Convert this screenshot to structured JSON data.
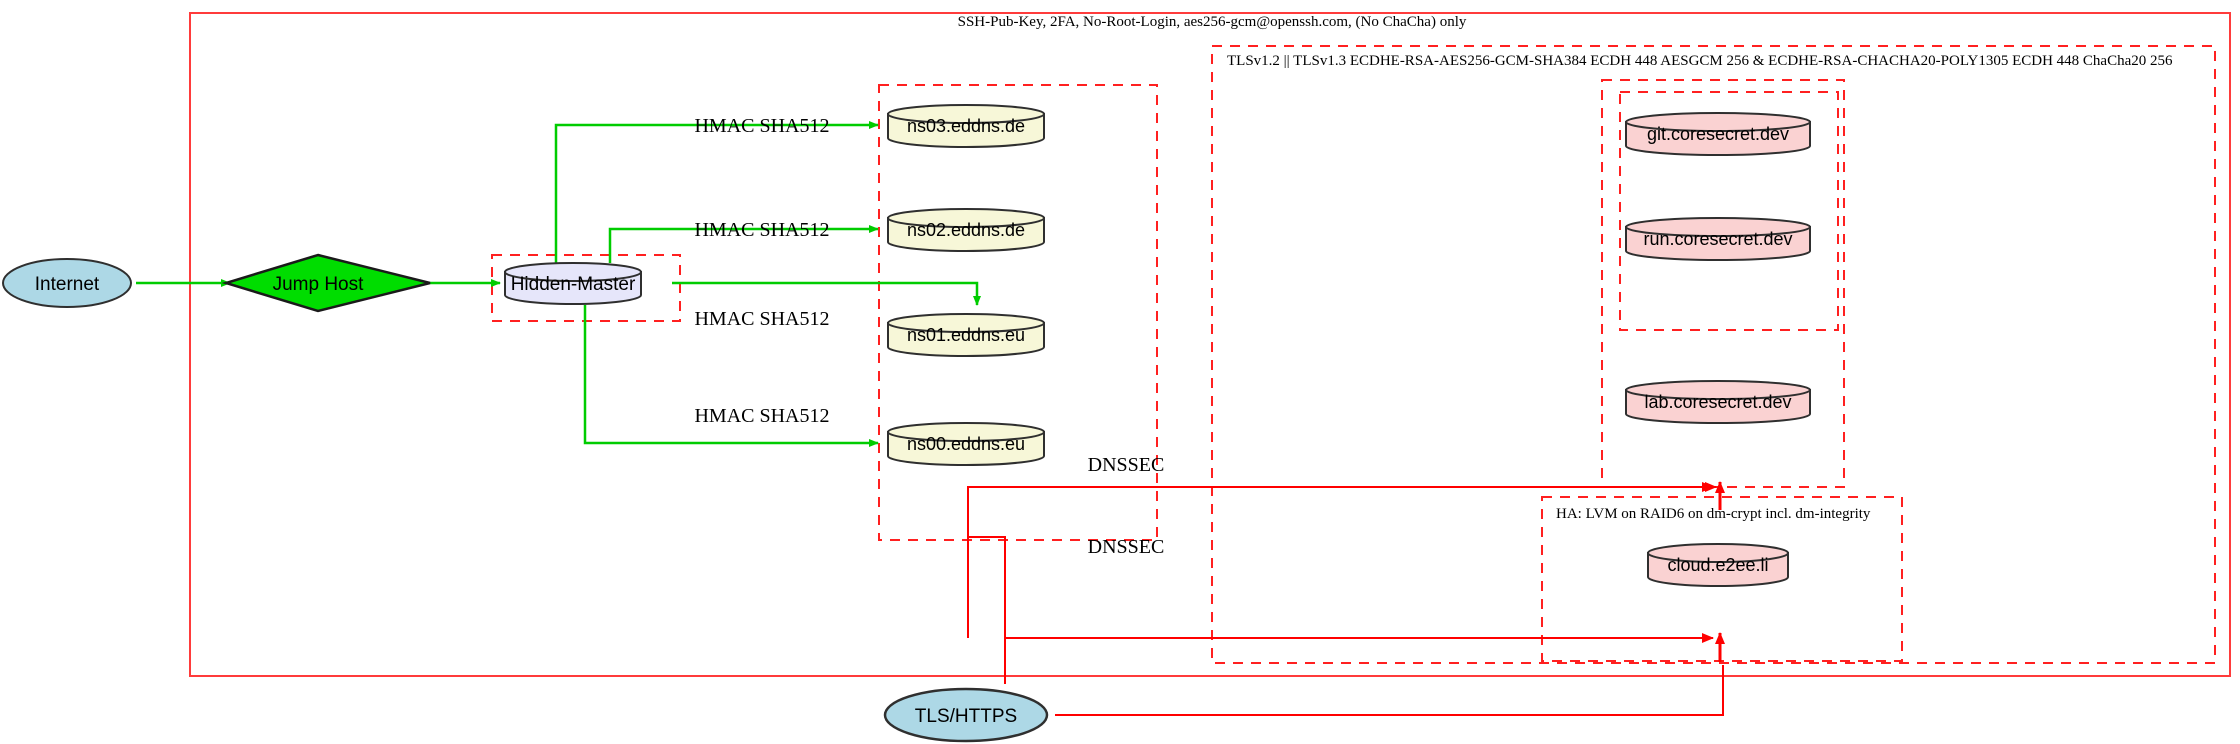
{
  "diagram": {
    "title_note": "SSH-Pub-Key, 2FA, No-Root-Login, aes256-gcm@openssh.com, (No ChaCha) only",
    "colors": {
      "cluster_border": "#ff2020",
      "tls_edge": "#ff0000",
      "replication_edge": "#00cc00",
      "node_blue_fill": "#add8e6",
      "node_green_fill": "#00dd00",
      "node_lavender_fill": "#e6e6fa",
      "node_beige_fill": "#f5f5dc",
      "node_pink_fill": "#fad2d2",
      "node_stroke": "#2f2f2f"
    },
    "clusters": [
      {
        "id": "outer_ssh",
        "label": "SSH-Pub-Key, 2FA, No-Root-Login, aes256-gcm@openssh.com, (No ChaCha) only"
      },
      {
        "id": "tls_outer",
        "label": "TLSv1.2 || TLSv1.3 ECDHE-RSA-AES256-GCM-SHA384 ECDH 448 AESGCM 256 & ECDHE-RSA-CHACHA20-POLY1305 ECDH 448 ChaCha20 256"
      },
      {
        "id": "ha_storage",
        "label": "HA: LVM on RAID6 on dm-crypt incl. dm-integrity"
      },
      {
        "id": "hidden_master_box",
        "label": ""
      },
      {
        "id": "ns_box",
        "label": ""
      },
      {
        "id": "coresecret_box",
        "label": ""
      },
      {
        "id": "coresecret_inner_box",
        "label": ""
      }
    ],
    "nodes": [
      {
        "id": "internet",
        "label": "Internet",
        "shape": "ellipse",
        "fill": "#add8e6"
      },
      {
        "id": "jumphost",
        "label": "Jump Host",
        "shape": "diamond",
        "fill": "#00dd00"
      },
      {
        "id": "hiddenmaster",
        "label": "Hidden-Master",
        "shape": "cylinder",
        "fill": "#e6e6fa"
      },
      {
        "id": "ns03",
        "label": "ns03.eddns.de",
        "shape": "cylinder",
        "fill": "#f5f5dc"
      },
      {
        "id": "ns02",
        "label": "ns02.eddns.de",
        "shape": "cylinder",
        "fill": "#f5f5dc"
      },
      {
        "id": "ns01",
        "label": "ns01.eddns.eu",
        "shape": "cylinder",
        "fill": "#f5f5dc"
      },
      {
        "id": "ns00",
        "label": "ns00.eddns.eu",
        "shape": "cylinder",
        "fill": "#f5f5dc"
      },
      {
        "id": "git",
        "label": "git.coresecret.dev",
        "shape": "cylinder",
        "fill": "#fad2d2"
      },
      {
        "id": "run",
        "label": "run.coresecret.dev",
        "shape": "cylinder",
        "fill": "#fad2d2"
      },
      {
        "id": "lab",
        "label": "lab.coresecret.dev",
        "shape": "cylinder",
        "fill": "#fad2d2"
      },
      {
        "id": "cloud",
        "label": "cloud.e2ee.li",
        "shape": "cylinder",
        "fill": "#fad2d2"
      },
      {
        "id": "tlshttps",
        "label": "TLS/HTTPS",
        "shape": "ellipse",
        "fill": "#add8e6"
      }
    ],
    "edge_labels": {
      "hmac_ns03": "HMAC SHA512",
      "hmac_ns02": "HMAC SHA512",
      "hmac_ns01": "HMAC SHA512",
      "hmac_ns00": "HMAC SHA512",
      "dnssec_upper": "DNSSEC",
      "dnssec_lower": "DNSSEC"
    }
  }
}
